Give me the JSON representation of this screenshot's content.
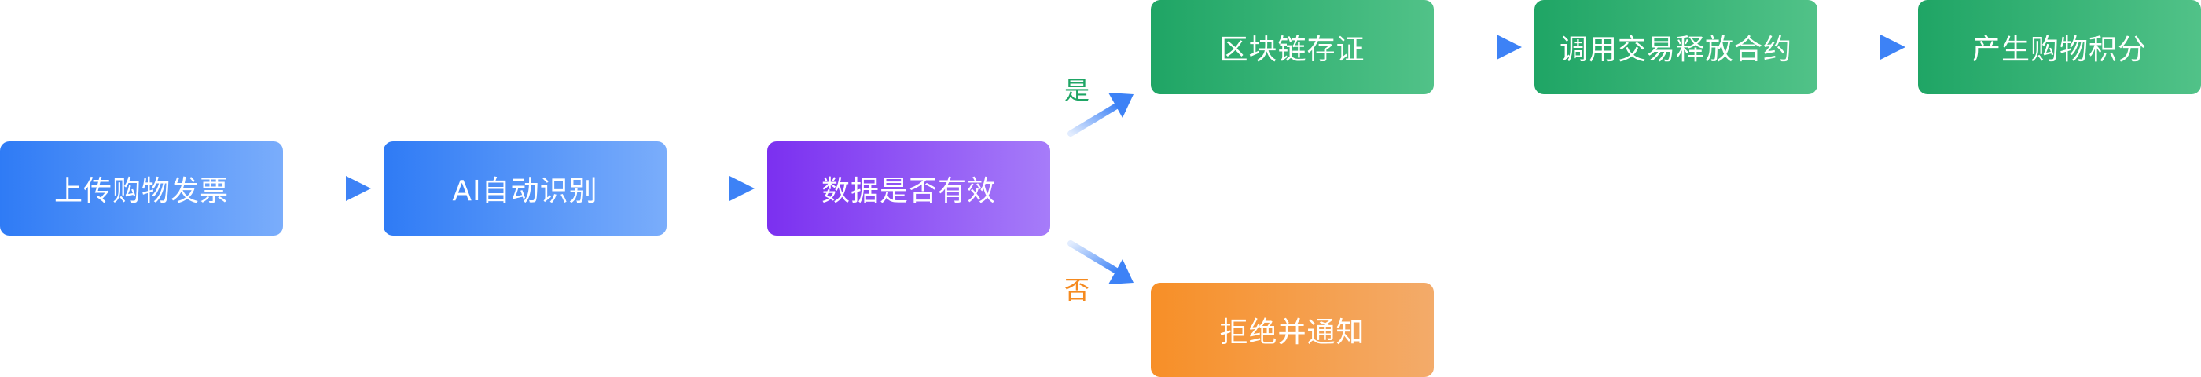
{
  "nodes": {
    "upload_invoice": "上传购物发票",
    "ai_recognition": "AI自动识别",
    "data_valid": "数据是否有效",
    "blockchain_proof": "区块链存证",
    "smart_contract": "调用交易释放合约",
    "generate_points": "产生购物积分",
    "reject_notify": "拒绝并通知"
  },
  "branch_labels": {
    "yes": "是",
    "no": "否"
  },
  "colors": {
    "blue_start": "#2f7bf5",
    "blue_end": "#7aadfb",
    "purple_start": "#7b30f0",
    "purple_end": "#a67cf9",
    "green_start": "#1fa565",
    "green_end": "#51c288",
    "orange_start": "#f78f27",
    "orange_end": "#f3ab6a",
    "arrow": "#3d82f6",
    "yes_label": "#1fa565",
    "no_label": "#f58a1f"
  }
}
